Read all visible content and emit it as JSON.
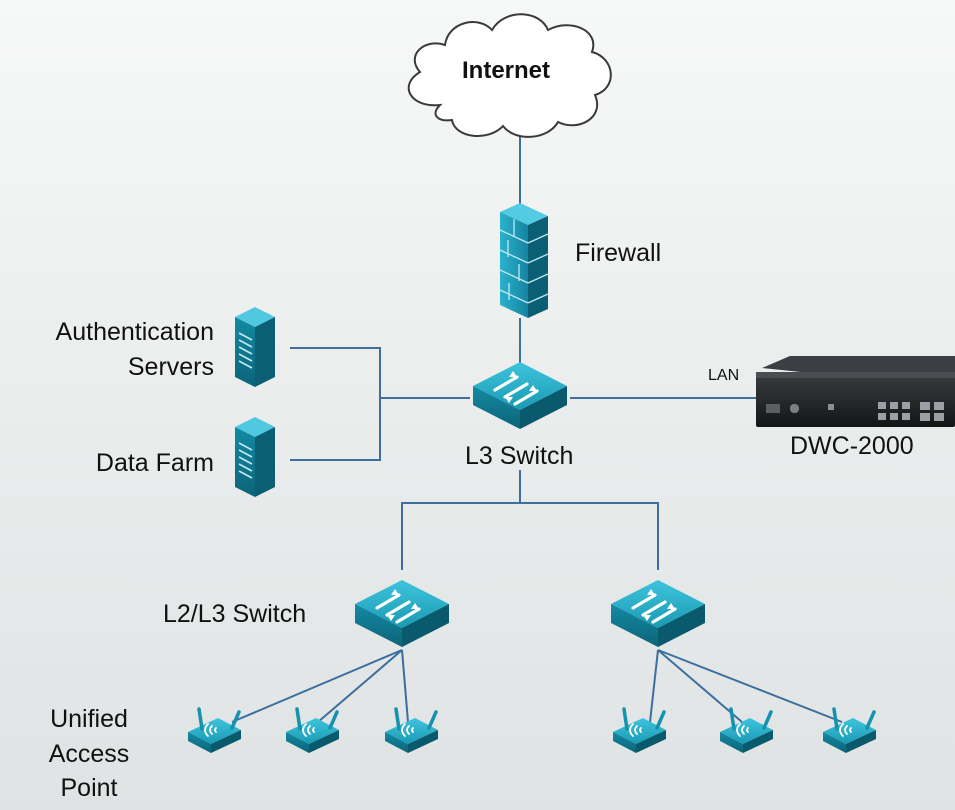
{
  "labels": {
    "internet": "Internet",
    "firewall": "Firewall",
    "auth_servers": "Authentication\nServers",
    "data_farm": "Data Farm",
    "l3_switch": "L3 Switch",
    "lan": "LAN",
    "controller": "DWC-2000",
    "l2l3_switch": "L2/L3 Switch",
    "access_point": "Unified\nAccess\nPoint"
  },
  "colors": {
    "device_teal": "#1a9bb5",
    "device_teal_dark": "#0f6f86",
    "link_line": "#3c6f9e",
    "cloud_outline": "#3a3a3a",
    "controller_body": "#2a2c2e"
  },
  "icons": {
    "cloud": "cloud-icon",
    "firewall": "firewall-icon",
    "server": "server-icon",
    "switch": "switch-icon",
    "controller": "wireless-controller-icon",
    "access_point": "access-point-icon"
  }
}
